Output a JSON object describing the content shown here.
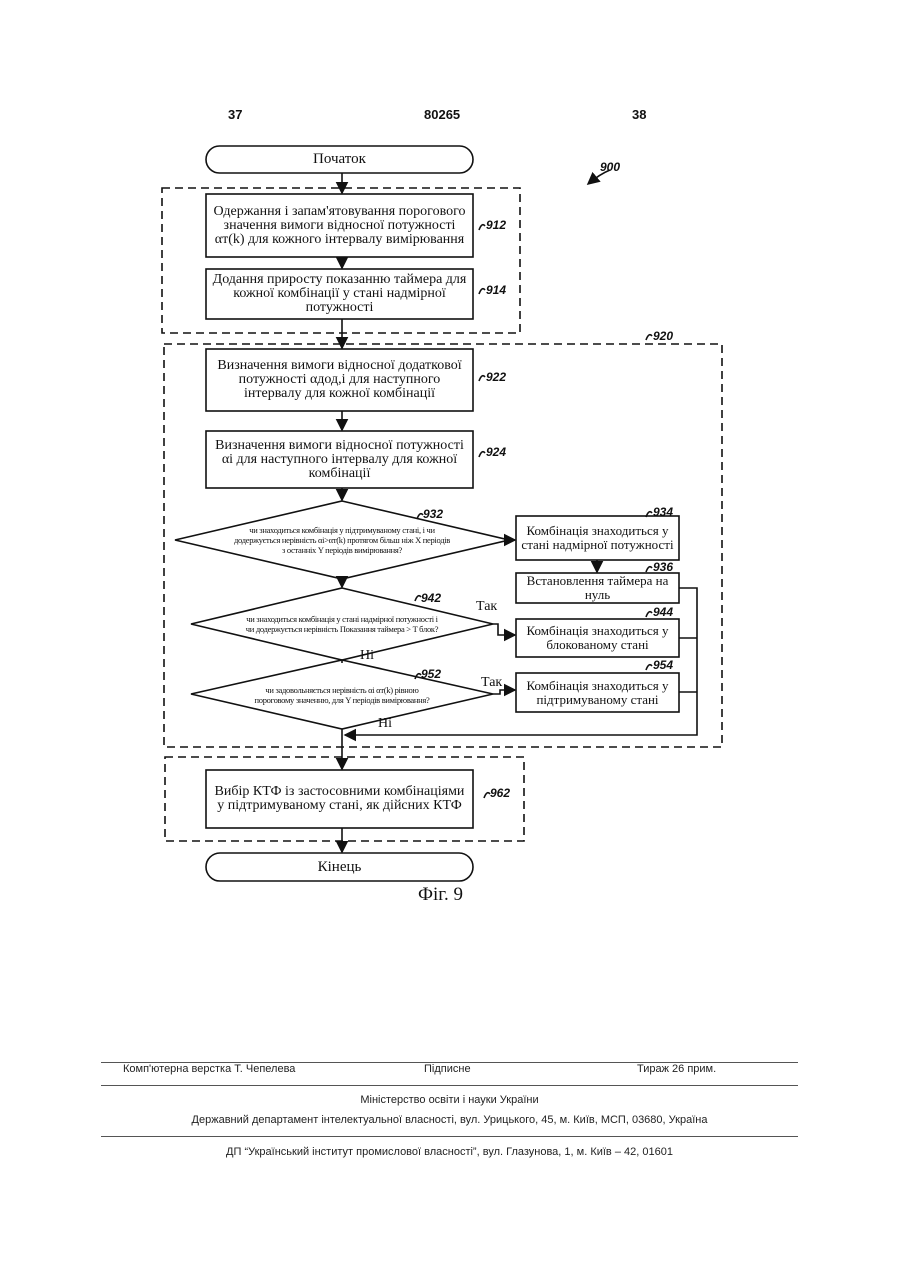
{
  "header": {
    "left_page": "37",
    "patent_number": "80265",
    "right_page": "38"
  },
  "diagram_ref": "900",
  "start_label": "Початок",
  "end_label": "Кінець",
  "groups": {
    "g910": "",
    "g920": "920",
    "g960": ""
  },
  "boxes": {
    "b912": {
      "text": "Одержання і запам'ятовування порогового значення вимоги відносної потужності αт(k) для кожного інтервалу вимірювання",
      "ref": "912"
    },
    "b914": {
      "text": "Додання приросту показанню таймера для кожної комбінації у стані надмірної потужності",
      "ref": "914"
    },
    "b922": {
      "text": "Визначення вимоги відносної додаткової потужності αдод,і для наступного інтервалу для кожної комбінації",
      "ref": "922"
    },
    "b924": {
      "text": "Визначення вимоги відносної потужності αі для наступного інтервалу для кожної комбінації",
      "ref": "924"
    },
    "b934": {
      "text": "Комбінація знаходиться у стані надмірної потужності",
      "ref": "934"
    },
    "b936": {
      "text": "Встановлення таймера на нуль",
      "ref": "936"
    },
    "b944": {
      "text": "Комбінація знаходиться у блокованому стані",
      "ref": "944"
    },
    "b954": {
      "text": "Комбінація знаходиться у підтримуваному стані",
      "ref": "954"
    },
    "b962": {
      "text": "Вибір КТФ із застосовними комбінаціями у підтримуваному стані, як дійсних КТФ",
      "ref": "962"
    }
  },
  "decisions": {
    "d932": {
      "text": "чи знаходиться комбінація у підтримуваному стані, і чи додержується нерівність αі>αт(k) протягом більш ніж X періодів з останніх Y періодів вимірювання?",
      "ref": "932"
    },
    "d942": {
      "text": "чи знаходиться комбінація у стані надмірної потужності і чи додержується нерівність Показання таймера > T блок?",
      "ref": "942"
    },
    "d952": {
      "text": "чи задовольняється нерівність αі αт(k) рівною пороговому значенню, для Y періодів вимірювання?",
      "ref": "952"
    }
  },
  "edge_labels": {
    "yes_942": "Так",
    "no_942": "Ні",
    "yes_952": "Так",
    "no_952": "Ні"
  },
  "figure_caption": "Фіг. 9",
  "footer": {
    "layout": "Комп'ютерна верстка Т. Чепелева",
    "signed": "Підписне",
    "circulation": "Тираж 26 прим.",
    "ministry": "Міністерство освіти і науки України",
    "department": "Державний департамент інтелектуальної власності, вул. Урицького, 45, м. Київ, МСП, 03680, Україна",
    "institute": "ДП “Український інститут промислової власності”, вул. Глазунова, 1, м. Київ – 42, 01601"
  }
}
